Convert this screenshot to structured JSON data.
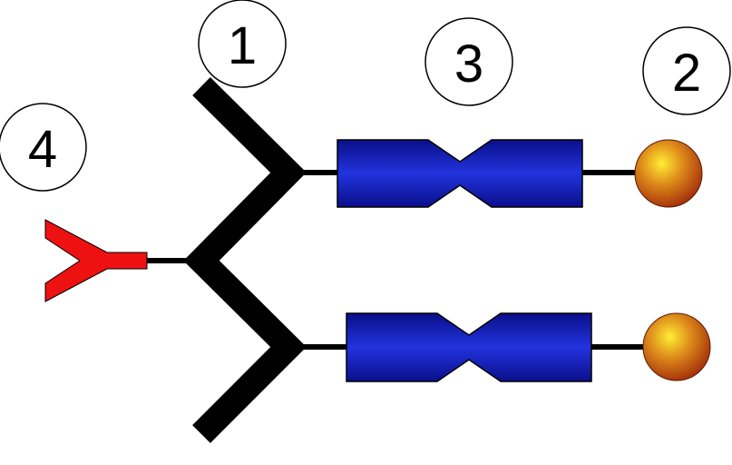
{
  "labels": {
    "one": "1",
    "two": "2",
    "three": "3",
    "four": "4"
  },
  "colors": {
    "background": "#ffffff",
    "frame": "#000000",
    "linker": "#ee1111",
    "block_light": "#2233dd",
    "block_dark": "#0a0f8a",
    "bead_light": "#ffee33",
    "bead_dark": "#b03a10"
  },
  "icons": {
    "linker": "y-shape-icon",
    "block": "bowtie-block-icon",
    "bead": "bead-icon"
  }
}
